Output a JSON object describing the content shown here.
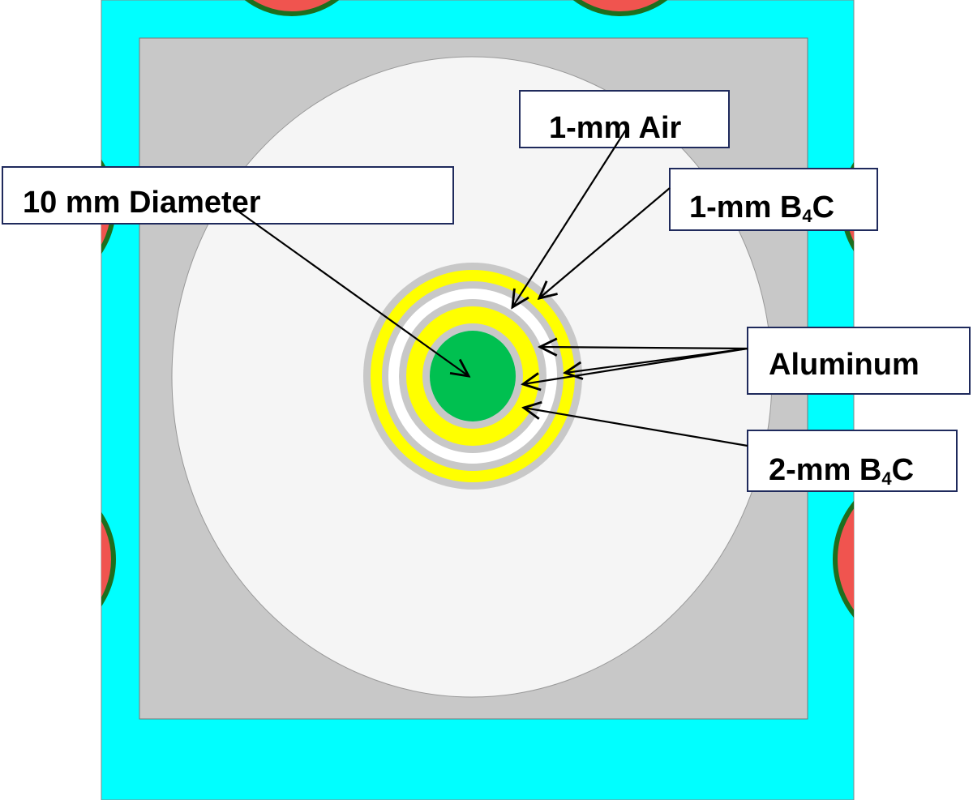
{
  "colors": {
    "water": "#00ffff",
    "fuel": "#f0544f",
    "cladding": "#1e6e1e",
    "graphite": "#c8c8c8",
    "void": "#f5f5f5",
    "b4c": "#ffff00",
    "aluminum": "#c8c8c8",
    "air": "#ffffff",
    "sample": "#00c050",
    "label_border": "#1f2a5c"
  },
  "labels": {
    "diameter": {
      "text": "10 mm Diameter"
    },
    "air": {
      "text": "1-mm Air"
    },
    "b4c_thin": {
      "main": "1-mm B",
      "sub": "4",
      "tail": "C"
    },
    "aluminum": {
      "text": "Aluminum"
    },
    "b4c_thick": {
      "main": "2-mm B",
      "sub": "4",
      "tail": "C"
    }
  }
}
